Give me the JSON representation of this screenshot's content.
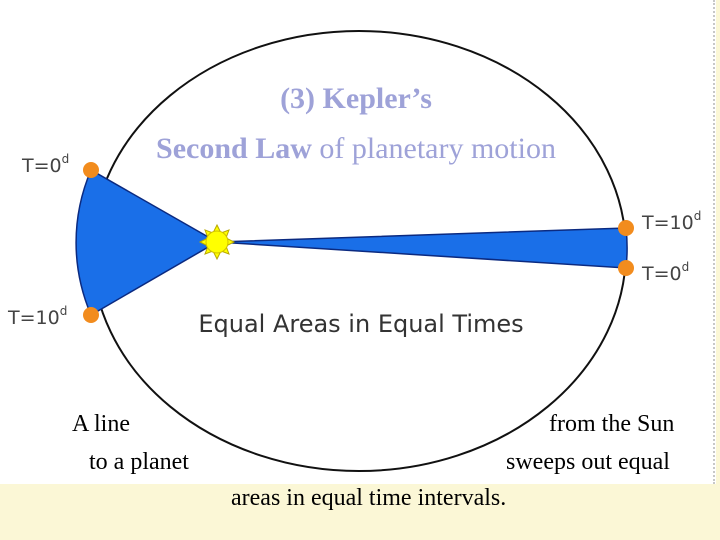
{
  "diagram": {
    "title_line1": "(3) Kepler’s",
    "title_line2_bold": "Second Law",
    "title_line2_rest": " of planetary motion",
    "caption": "Equal Areas in Equal Times",
    "labels": {
      "left_top": {
        "main": "T=0",
        "sup": "d"
      },
      "left_bottom": {
        "main": "T=10",
        "sup": "d"
      },
      "right_top": {
        "main": "T=10",
        "sup": "d"
      },
      "right_bottom": {
        "main": "T=0",
        "sup": "d"
      }
    },
    "colors": {
      "sector_fill": "#1a6fe8",
      "planet": "#f28c1e",
      "sun": "#ffff00",
      "title": "#9ea2d8",
      "background": "#fbf7d6"
    },
    "icons": {
      "sun": "sun-icon",
      "planet": "planet-dot-icon"
    }
  },
  "text": {
    "line1_left": "A line",
    "line1_right": "from the Sun",
    "line2_left": "to a planet",
    "line2_right": "sweeps out equal",
    "line3": "areas in equal time intervals."
  }
}
